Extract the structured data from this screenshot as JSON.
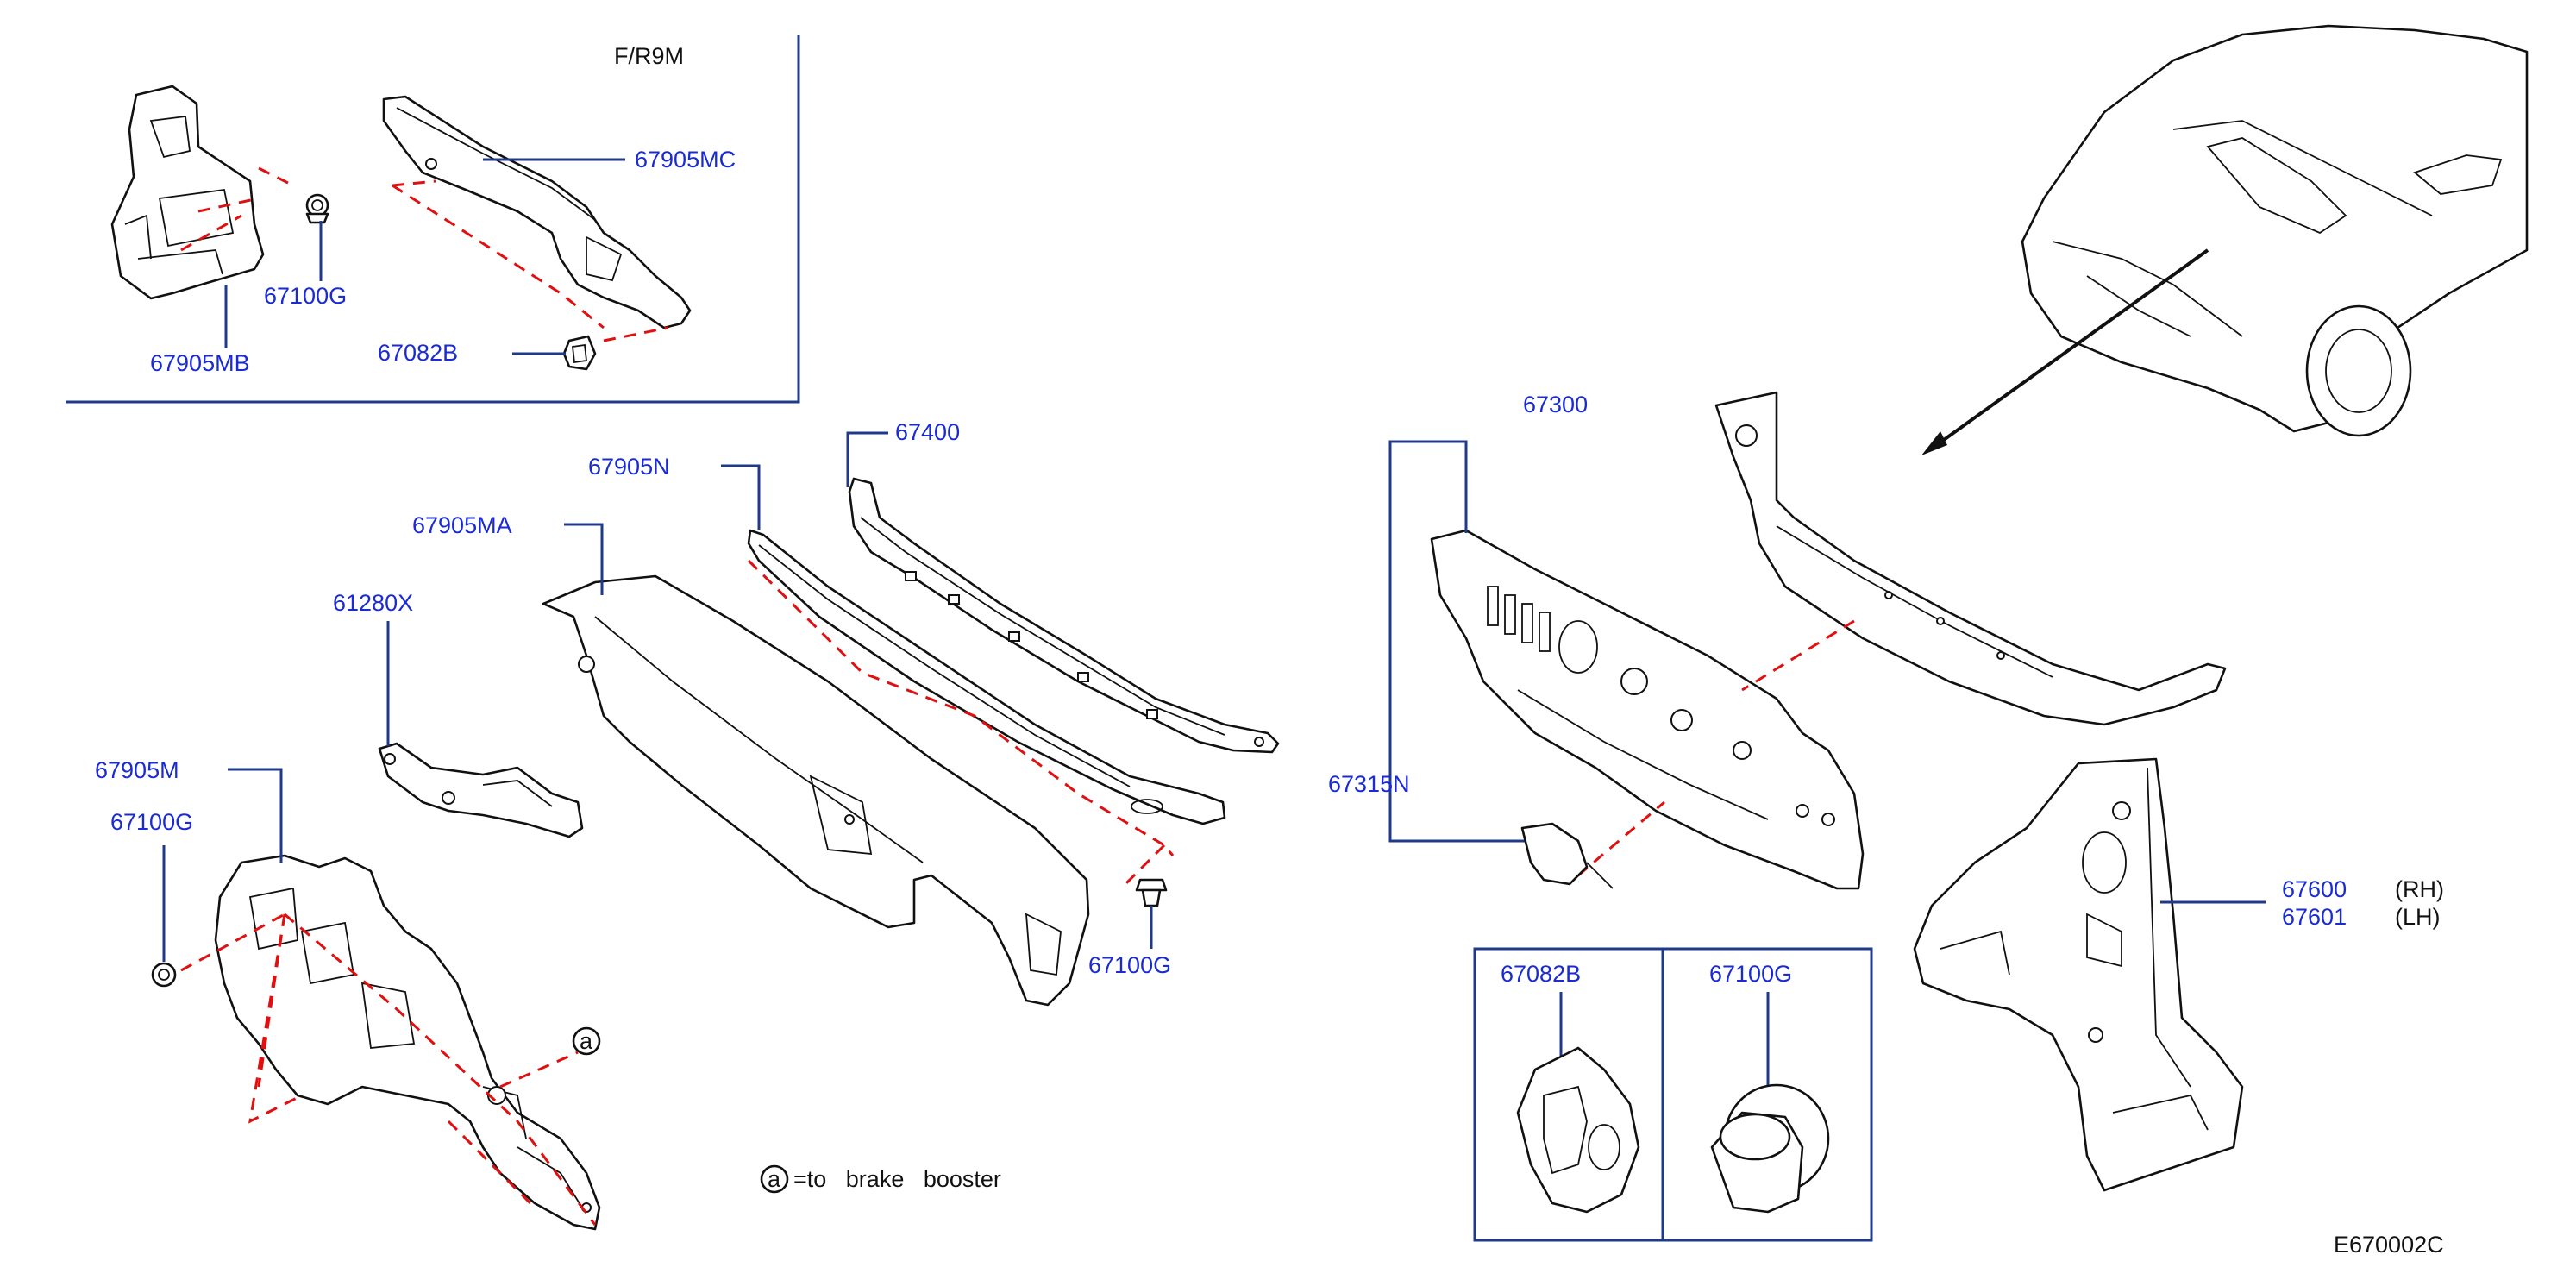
{
  "diagram_code": "E670002C",
  "variant_label": "F/R9M",
  "legend": {
    "symbol": "a",
    "text": "=to   brake   booster"
  },
  "marker_a": "a",
  "labels": {
    "p67905MC": "67905MC",
    "p67100G_top": "67100G",
    "p67905MB": "67905MB",
    "p67082B_top": "67082B",
    "p67400": "67400",
    "p67905N": "67905N",
    "p67905MA": "67905MA",
    "p61280X": "61280X",
    "p67905M": "67905M",
    "p67100G_left": "67100G",
    "p67100G_mid": "67100G",
    "p67300": "67300",
    "p67315N": "67315N",
    "p67600": "67600",
    "p67600_side": "(RH)",
    "p67601": "67601",
    "p67601_side": "(LH)",
    "p67082B_box": "67082B",
    "p67100G_box": "67100G"
  },
  "colors": {
    "label": "#1a2bd6",
    "leader": "#1f3a8a",
    "dashed_guide": "#e01010",
    "outline": "#111111"
  }
}
